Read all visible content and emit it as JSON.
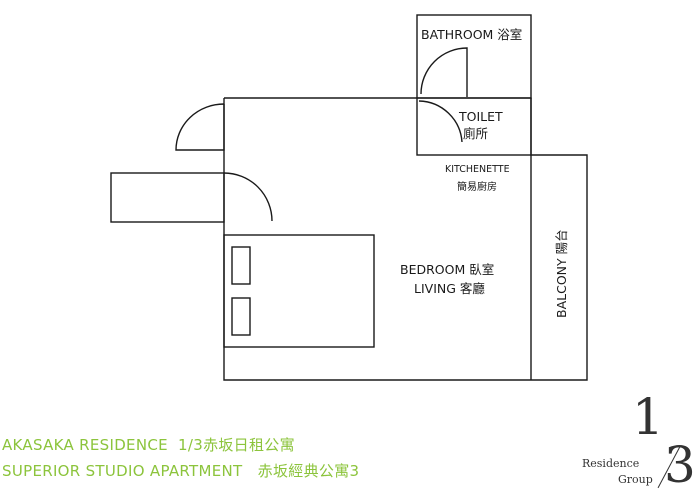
{
  "rooms": {
    "bathroom": "BATHROOM 浴室",
    "toilet_en": "TOILET",
    "toilet_zh": "廁所",
    "kitchenette_en": "KITCHENETTE",
    "kitchenette_zh": "簡易廚房",
    "bedroom": "BEDROOM 臥室",
    "living": "LIVING 客廳",
    "balcony": "BALCONY 陽台"
  },
  "caption": {
    "line1": "AKASAKA RESIDENCE  1/3赤坂日租公寓",
    "line2": "SUPERIOR STUDIO APARTMENT   赤坂經典公寓3"
  },
  "logo": {
    "numerator": "1",
    "denominator": "3",
    "word1": "Residence",
    "word2": "Group"
  },
  "colors": {
    "lines": "#1a1a1a",
    "caption": "#8cc43c"
  }
}
